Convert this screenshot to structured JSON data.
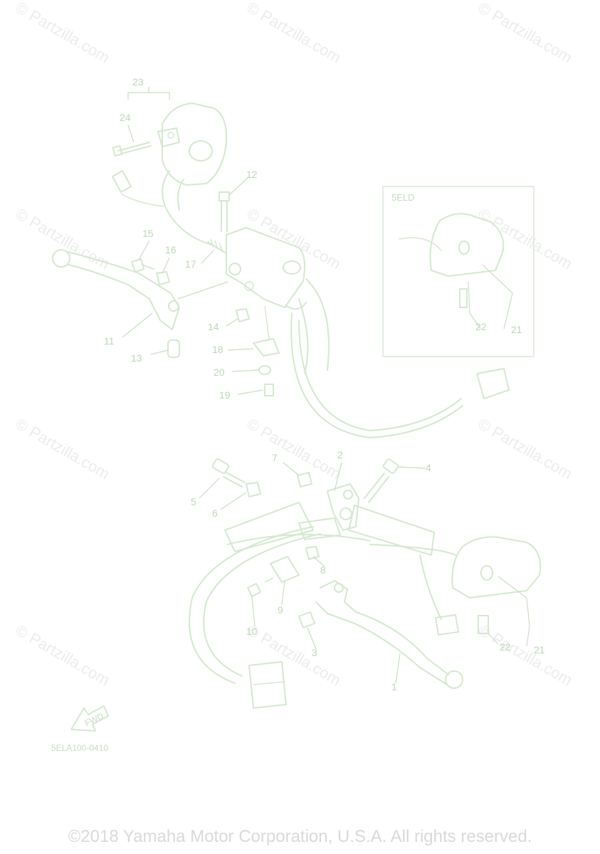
{
  "watermark": "© Partzilla.com",
  "inset": {
    "label": "5ELD"
  },
  "diagram_code": "5ELA100-0410",
  "fwd_label": "FWD",
  "copyright": "©2018 Yamaha Motor Corporation, U.S.A. All rights reserved.",
  "callouts": {
    "c1": "1",
    "c2": "2",
    "c3": "3",
    "c4": "4",
    "c5": "5",
    "c6": "6",
    "c7": "7",
    "c8": "8",
    "c9": "9",
    "c10": "10",
    "c11": "11",
    "c12": "12",
    "c13": "13",
    "c14": "14",
    "c15": "15",
    "c16": "16",
    "c17": "17",
    "c18": "18",
    "c19": "19",
    "c20": "20",
    "c21a": "21",
    "c21b": "21",
    "c22a": "22",
    "c22b": "22",
    "c23": "23",
    "c24": "24"
  }
}
